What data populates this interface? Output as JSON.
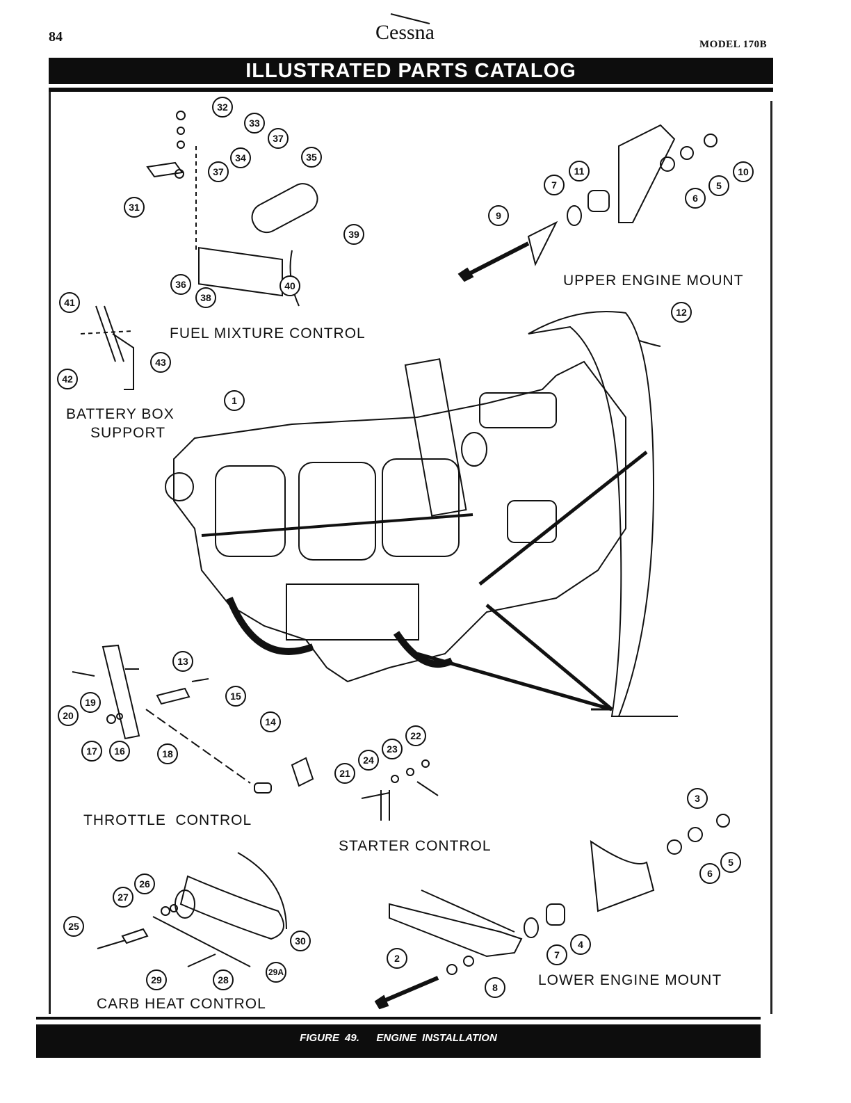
{
  "header": {
    "page_number": "84",
    "brand": "Cessna",
    "model": "MODEL 170B",
    "title": "ILLUSTRATED PARTS CATALOG"
  },
  "sections": {
    "fuel_mixture": "FUEL MIXTURE CONTROL",
    "upper_mount": "UPPER ENGINE MOUNT",
    "battery_box": [
      "BATTERY BOX",
      "SUPPORT"
    ],
    "throttle": "THROTTLE  CONTROL",
    "starter": "STARTER CONTROL",
    "carb_heat": "CARB HEAT CONTROL",
    "lower_mount": "LOWER ENGINE MOUNT"
  },
  "callouts": [
    "32",
    "33",
    "37",
    "34",
    "35",
    "37",
    "31",
    "39",
    "36",
    "38",
    "40",
    "41",
    "42",
    "43",
    "11",
    "7",
    "9",
    "10",
    "5",
    "6",
    "12",
    "1",
    "13",
    "15",
    "19",
    "20",
    "17",
    "16",
    "18",
    "14",
    "22",
    "23",
    "24",
    "21",
    "3",
    "5",
    "6",
    "26",
    "27",
    "25",
    "30",
    "29A",
    "29",
    "28",
    "2",
    "8",
    "7",
    "4"
  ],
  "footer": {
    "caption": "FIGURE 49.   ENGINE INSTALLATION"
  }
}
